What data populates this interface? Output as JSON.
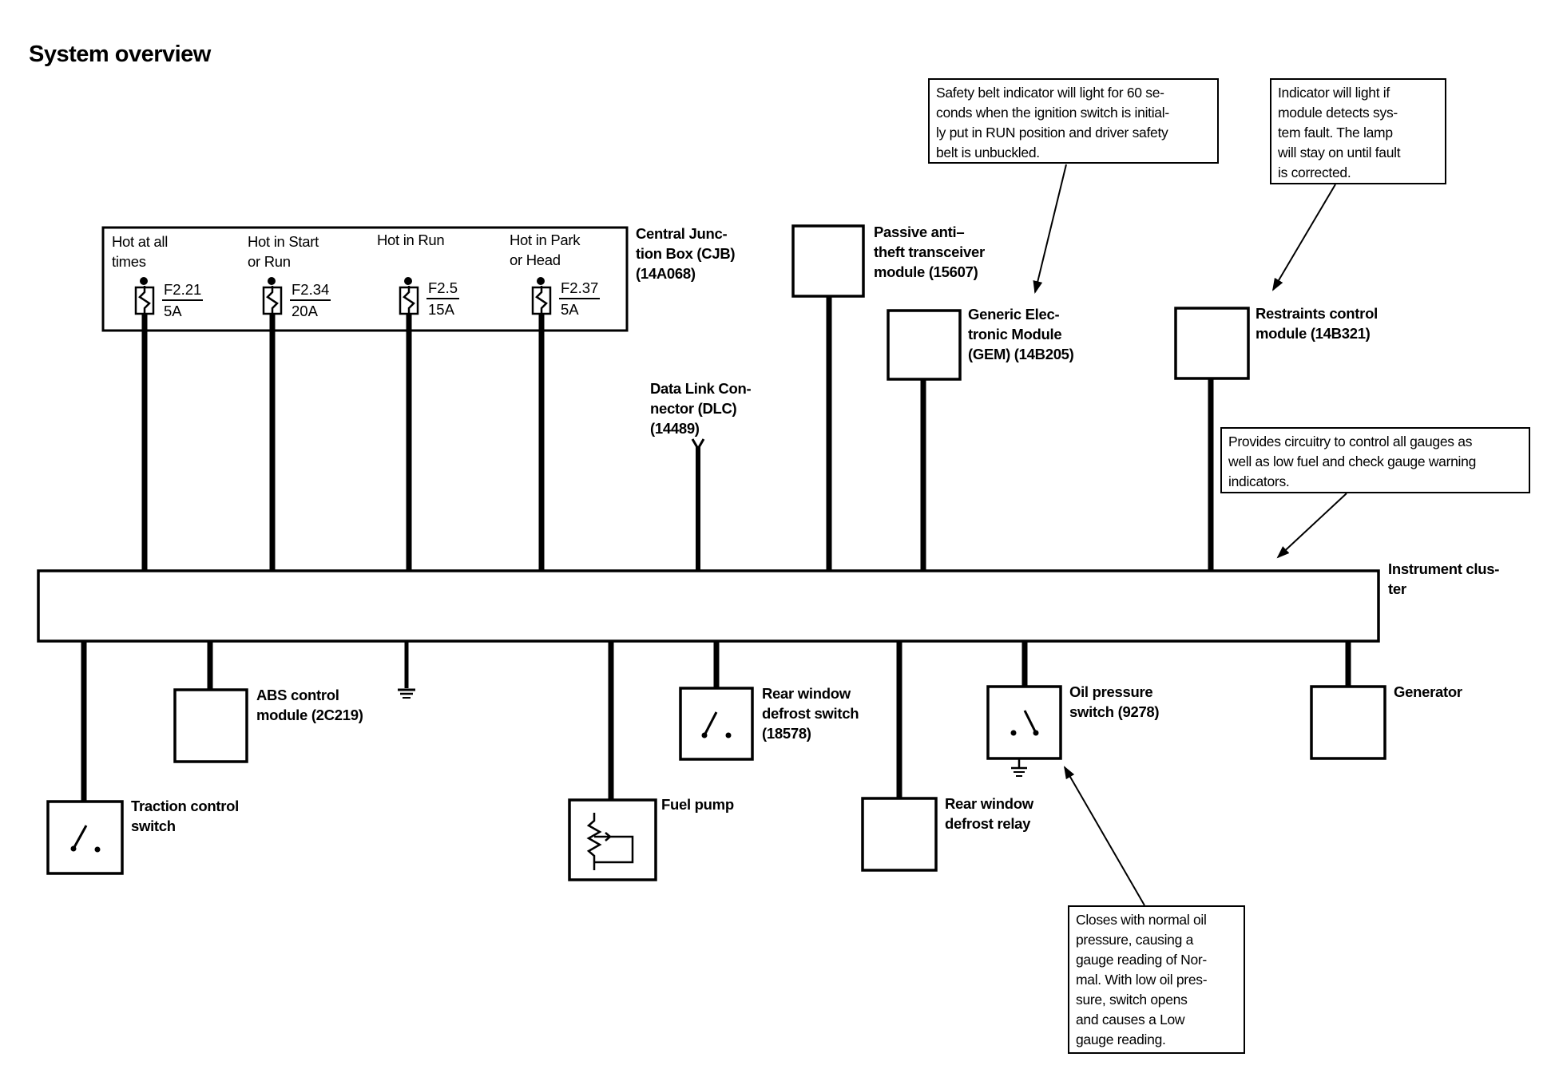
{
  "title": "System overview",
  "cjb": {
    "label": "Central Junc-\ntion Box (CJB)\n(14A068)",
    "fuses": [
      {
        "feed": "Hot at all\ntimes",
        "id": "F2.21",
        "amp": "5A"
      },
      {
        "feed": "Hot in Start\nor Run",
        "id": "F2.34",
        "amp": "20A"
      },
      {
        "feed": "Hot in Run",
        "id": "F2.5",
        "amp": "15A"
      },
      {
        "feed": "Hot in Park\nor Head",
        "id": "F2.37",
        "amp": "5A"
      }
    ]
  },
  "labels": {
    "dlc": "Data Link Con-\nnector (DLC)\n(14489)",
    "pats": "Passive anti–\ntheft transceiver\nmodule (15607)",
    "gem": "Generic Elec-\ntronic Module\n(GEM) (14B205)",
    "rcm": "Restraints control\nmodule (14B321)",
    "cluster": "Instrument clus-\nter",
    "abs": "ABS control\nmodule (2C219)",
    "traction": "Traction control\nswitch",
    "fuel_pump": "Fuel pump",
    "rear_defrost_switch": "Rear window\ndefrost switch\n(18578)",
    "rear_defrost_relay": "Rear window\ndefrost relay",
    "oil_switch": "Oil pressure\nswitch (9278)",
    "generator": "Generator"
  },
  "notes": {
    "safety_belt": "Safety belt indicator will light for 60 se-\nconds when the ignition switch is initial-\nly put in RUN position and driver safety\nbelt is unbuckled.",
    "restraint_indicator": "Indicator will light if\nmodule detects sys-\ntem fault. The lamp\nwill stay on until fault\nis corrected.",
    "cluster_gauges": "Provides circuitry to control all gauges as\nwell as low fuel and check gauge warning\nindicators.",
    "oil_pressure": "Closes with normal oil\npressure, causing a\ngauge reading of Nor-\nmal. With low oil pres-\nsure, switch opens\nand causes a Low\ngauge reading."
  }
}
